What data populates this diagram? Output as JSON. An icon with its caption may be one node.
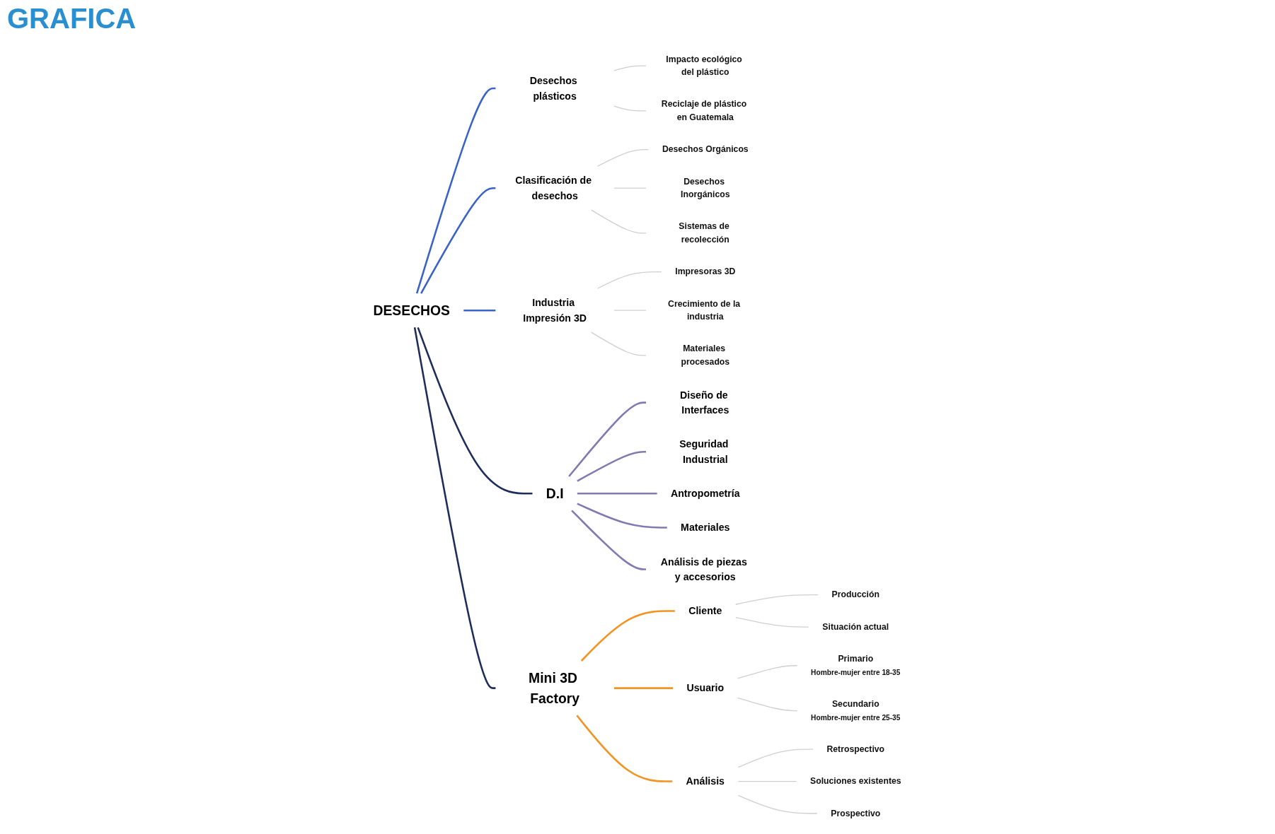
{
  "diagram": {
    "title": "GRAFICA",
    "nodes": [
      {
        "text": [
          "DESECHOS"
        ]
      },
      {
        "text": [
          "Desechos plásticos"
        ]
      },
      {
        "text": [
          "Impacto ecológico del plástico"
        ]
      },
      {
        "text": [
          "Reciclaje de plástico en Guatemala"
        ]
      },
      {
        "text": [
          "Clasificación de desechos"
        ]
      },
      {
        "text": [
          "Desechos Orgánicos"
        ]
      },
      {
        "text": [
          "Desechos Inorgánicos"
        ]
      },
      {
        "text": [
          "Sistemas de recolección"
        ]
      },
      {
        "text": [
          "Industria Impresión 3D"
        ]
      },
      {
        "text": [
          "Impresoras 3D"
        ]
      },
      {
        "text": [
          "Crecimiento de la industria"
        ]
      },
      {
        "text": [
          "Materiales procesados"
        ]
      },
      {
        "text": [
          "D.I"
        ]
      },
      {
        "text": [
          "Diseño de Interfaces"
        ]
      },
      {
        "text": [
          "Seguridad Industrial"
        ]
      },
      {
        "text": [
          "Antropometría"
        ]
      },
      {
        "text": [
          "Materiales"
        ]
      },
      {
        "text": [
          "Análisis de piezas y accesorios"
        ]
      },
      {
        "text": [
          "Mini 3D Factory"
        ]
      },
      {
        "text": [
          "Cliente"
        ]
      },
      {
        "text": [
          "Producción"
        ]
      },
      {
        "text": [
          "Situación actual"
        ]
      },
      {
        "text": [
          "Usuario"
        ]
      },
      {
        "text": [
          "Primario"
        ],
        "beside": [
          "Hombre-mujer entre 18-35"
        ]
      },
      {
        "text": [
          "Secundario"
        ],
        "beside": [
          "Hombre-mujer entre 25-35"
        ]
      },
      {
        "text": [
          "Análisis"
        ]
      },
      {
        "text": [
          "Retrospectivo"
        ]
      },
      {
        "text": [
          "Soluciones existentes"
        ]
      },
      {
        "text": [
          "Prospectivo"
        ]
      }
    ],
    "edges": [
      {
        "from": 0,
        "to": 1,
        "arrow": "none",
        "color": "#3a63c8"
      },
      {
        "from": 1,
        "to": 2,
        "arrow": "none"
      },
      {
        "from": 1,
        "to": 3,
        "arrow": "none"
      },
      {
        "from": 0,
        "to": 4,
        "arrow": "none",
        "color": "#3a63c8"
      },
      {
        "from": 4,
        "to": 5,
        "arrow": "none"
      },
      {
        "from": 4,
        "to": 6,
        "arrow": "none"
      },
      {
        "from": 4,
        "to": 7,
        "arrow": "none"
      },
      {
        "from": 0,
        "to": 8,
        "arrow": "none",
        "color": "#3a63c8"
      },
      {
        "from": 8,
        "to": 9,
        "arrow": "none"
      },
      {
        "from": 8,
        "to": 10,
        "arrow": "none"
      },
      {
        "from": 8,
        "to": 11,
        "arrow": "none"
      },
      {
        "from": 0,
        "to": 12,
        "arrow": "none",
        "color": "#1f2d5c"
      },
      {
        "from": 12,
        "to": 13,
        "arrow": "none",
        "color": "#8479b0"
      },
      {
        "from": 12,
        "to": 14,
        "arrow": "none",
        "color": "#8479b0"
      },
      {
        "from": 12,
        "to": 15,
        "arrow": "none",
        "color": "#8479b0"
      },
      {
        "from": 12,
        "to": 16,
        "arrow": "none",
        "color": "#8479b0"
      },
      {
        "from": 12,
        "to": 17,
        "arrow": "none",
        "color": "#8479b0"
      },
      {
        "from": 0,
        "to": 18,
        "arrow": "none",
        "color": "#1f2d5c"
      },
      {
        "from": 18,
        "to": 19,
        "arrow": "none",
        "color": "#f39322"
      },
      {
        "from": 19,
        "to": 20,
        "arrow": "none"
      },
      {
        "from": 19,
        "to": 21,
        "arrow": "none"
      },
      {
        "from": 18,
        "to": 22,
        "arrow": "none",
        "color": "#f39322"
      },
      {
        "from": 22,
        "to": 23,
        "arrow": "none"
      },
      {
        "from": 22,
        "to": 24,
        "arrow": "none"
      },
      {
        "from": 18,
        "to": 25,
        "arrow": "none",
        "color": "#f39322"
      },
      {
        "from": 25,
        "to": 26,
        "arrow": "none"
      },
      {
        "from": 25,
        "to": 27,
        "arrow": "none"
      },
      {
        "from": 25,
        "to": 28,
        "arrow": "none"
      }
    ]
  }
}
